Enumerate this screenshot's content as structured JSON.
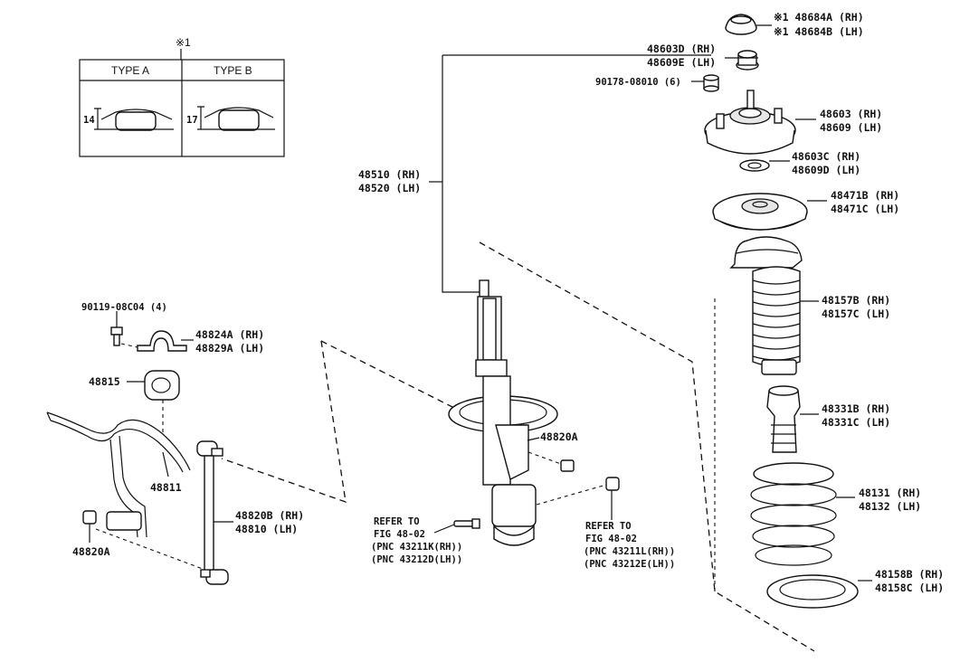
{
  "legend": {
    "marker": "※1",
    "type_a": "TYPE A",
    "type_b": "TYPE B",
    "type_a_value": "14",
    "type_b_value": "17"
  },
  "parts": {
    "p48684": [
      "※1 48684A (RH)",
      "※1 48684B (LH)"
    ],
    "p48603d": [
      "48603D (RH)",
      "48609E (LH)"
    ],
    "p90178": [
      "90178-08010 (6)"
    ],
    "p48603": [
      "48603 (RH)",
      "48609 (LH)"
    ],
    "p48603c": [
      "48603C (RH)",
      "48609D (LH)"
    ],
    "p48471": [
      "48471B (RH)",
      "48471C (LH)"
    ],
    "p48157": [
      "48157B (RH)",
      "48157C (LH)"
    ],
    "p48331": [
      "48331B (RH)",
      "48331C (LH)"
    ],
    "p48131": [
      "48131 (RH)",
      "48132 (LH)"
    ],
    "p48158": [
      "48158B (RH)",
      "48158C (LH)"
    ],
    "p48510": [
      "48510 (RH)",
      "48520 (LH)"
    ],
    "p90119": [
      "90119-08C04 (4)"
    ],
    "p48824": [
      "48824A (RH)",
      "48829A (LH)"
    ],
    "p48815": [
      "48815"
    ],
    "p48811": [
      "48811"
    ],
    "p48820a_left": [
      "48820A"
    ],
    "p48820a_mid": [
      "48820A"
    ],
    "p48820b": [
      "48820B (RH)",
      "48810 (LH)"
    ]
  },
  "refer_left": [
    "REFER TO",
    "FIG 48-02",
    "(PNC 43211K(RH))",
    "(PNC 43212D(LH))"
  ],
  "refer_right": [
    "REFER TO",
    "FIG 48-02",
    "(PNC 43211L(RH))",
    "(PNC 43212E(LH))"
  ]
}
